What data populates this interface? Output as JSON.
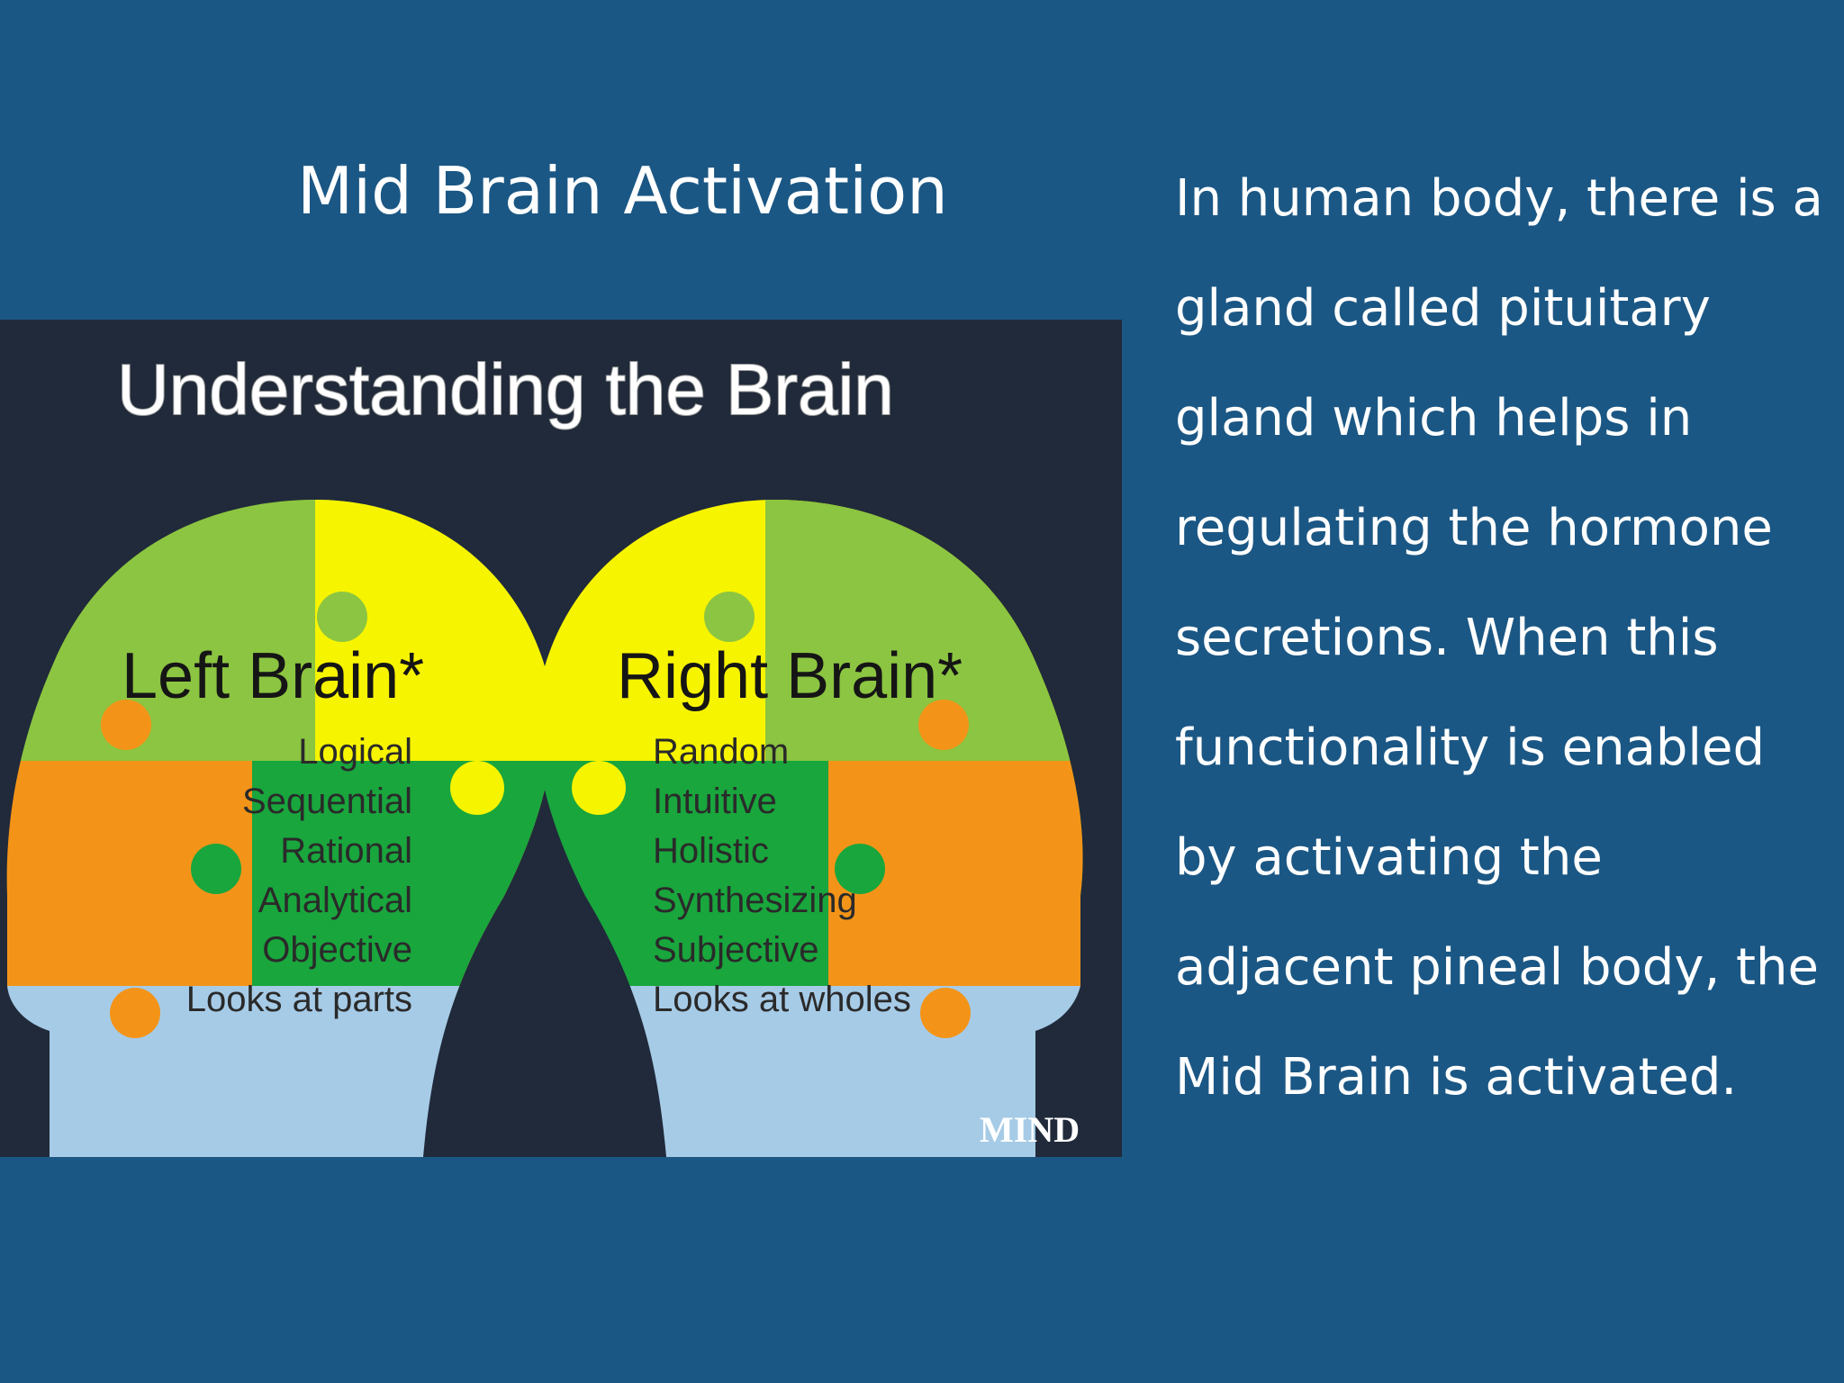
{
  "slide": {
    "title": "Mid Brain Activation",
    "paragraph": "In human body, there is a gland called pituitary gland which helps in regulating the hormone secretions. When this functionality is enabled by activating the adjacent pineal body, the Mid Brain is activated."
  },
  "figure": {
    "title": "Understanding the Brain",
    "left_brain": {
      "label": "Left Brain*",
      "traits": [
        "Logical",
        "Sequential",
        "Rational",
        "Analytical",
        "Objective",
        "Looks at parts"
      ]
    },
    "right_brain": {
      "label": "Right Brain*",
      "traits": [
        "Random",
        "Intuitive",
        "Holistic",
        "Synthesizing",
        "Subjective",
        "Looks at wholes"
      ]
    },
    "logo_text": "MIND"
  },
  "colors": {
    "background": "#1b5784",
    "figure_background": "#202a3a",
    "light_green": "#8cc541",
    "yellow": "#f7f400",
    "green": "#19a63d",
    "orange": "#f39418",
    "light_blue": "#a6cbe7"
  }
}
